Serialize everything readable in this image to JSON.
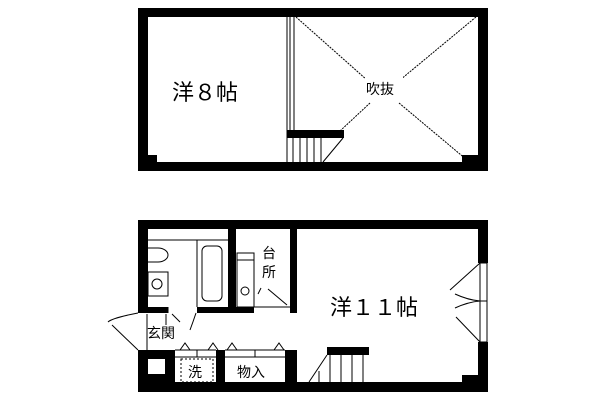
{
  "upper_floor": {
    "room_label": "洋８帖",
    "void_label": "吹抜"
  },
  "lower_floor": {
    "room_label": "洋１１帖",
    "kitchen_label_top": "台",
    "kitchen_label_bottom": "所",
    "entrance_label": "玄関",
    "laundry_label": "洗",
    "closet_label": "物入"
  },
  "colors": {
    "wall": "#000000",
    "background": "#ffffff"
  }
}
